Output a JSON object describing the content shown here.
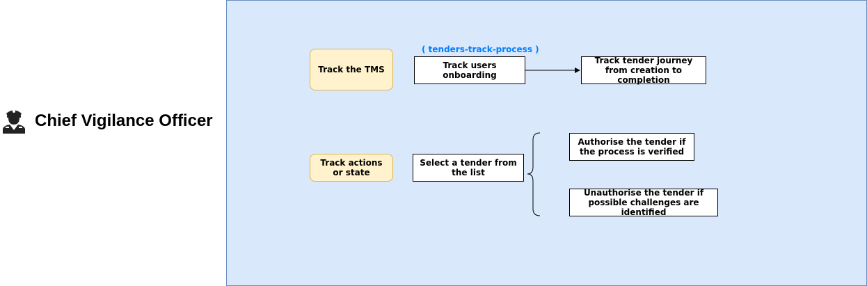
{
  "actor": {
    "title": "Chief Vigilance Officer",
    "icon": "officer-icon"
  },
  "flows": {
    "track_tms": {
      "action_label": "Track the TMS",
      "process_tag": "( tenders-track-process )",
      "step_label": "Track users onboarding",
      "result_label": "Track tender journey from creation to completion"
    },
    "track_actions": {
      "action_label": "Track actions or state",
      "step_label": "Select a tender from the list",
      "outcomes": [
        "Authorise the tender if the process is verified",
        "Unauthorise the tender if possible challenges are identified"
      ]
    }
  },
  "colors": {
    "canvas_fill": "#dae8fc",
    "canvas_border": "#6c8ebf",
    "action_fill": "#fff2cc",
    "action_border": "#d6b656",
    "tag_text": "#007fff"
  }
}
